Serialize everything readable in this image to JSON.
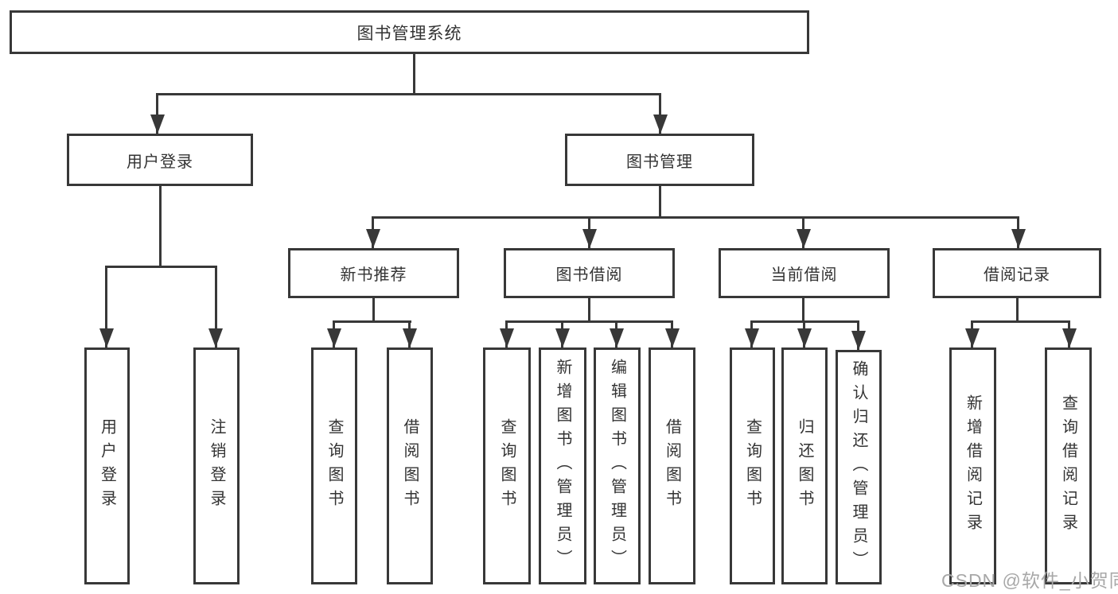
{
  "diagram": {
    "root": {
      "label": "图书管理系统"
    },
    "level2": [
      {
        "label": "用户登录"
      },
      {
        "label": "图书管理"
      }
    ],
    "level3": [
      {
        "label": "新书推荐"
      },
      {
        "label": "图书借阅"
      },
      {
        "label": "当前借阅"
      },
      {
        "label": "借阅记录"
      }
    ],
    "leaves": {
      "user_login": [
        "用户登录",
        "注销登录"
      ],
      "new_book": [
        "查询图书",
        "借阅图书"
      ],
      "borrow": [
        "查询图书",
        "新增图书（管理员）",
        "编辑图书（管理员）",
        "借阅图书"
      ],
      "current": [
        "查询图书",
        "归还图书",
        "确认归还（管理员）"
      ],
      "records": [
        "新增借阅记录",
        "查询借阅记录"
      ]
    }
  },
  "watermark": {
    "text": "CSDN @软件_小贺同学"
  },
  "colors": {
    "line": "#383838",
    "text": "#333333",
    "watermark": "#a8a8a8",
    "background": "#ffffff"
  }
}
